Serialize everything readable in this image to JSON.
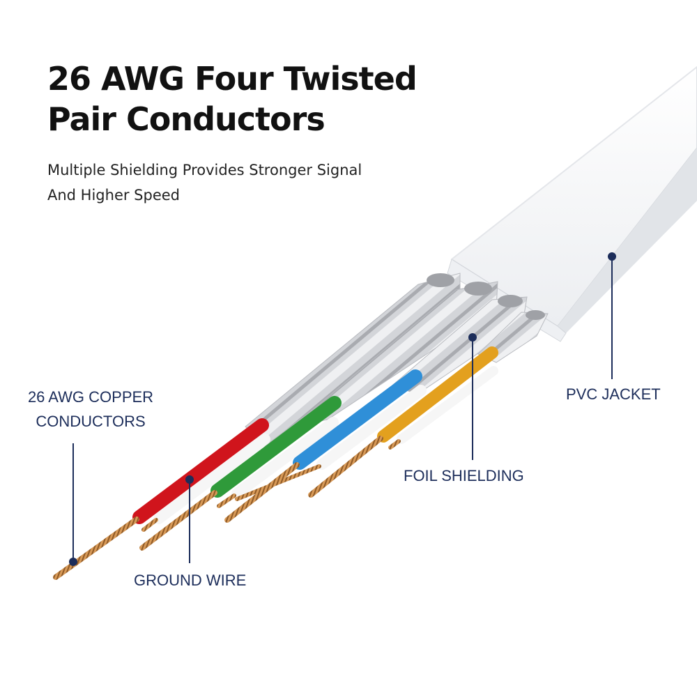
{
  "header": {
    "title_lines": [
      "26 AWG Four Twisted",
      "Pair Conductors"
    ],
    "subtitle_lines": [
      "Multiple Shielding Provides Stronger Signal",
      "And Higher Speed"
    ]
  },
  "callouts": {
    "copper_conductors": {
      "lines": [
        "26 AWG COPPER",
        "CONDUCTORS"
      ]
    },
    "ground_wire": {
      "lines": [
        "GROUND WIRE"
      ]
    },
    "foil_shielding": {
      "lines": [
        "FOIL SHIELDING"
      ]
    },
    "pvc_jacket": {
      "lines": [
        "PVC JACKET"
      ]
    }
  },
  "colors": {
    "callout_text": "#1c2d5a",
    "leader_line": "#1c2d5a",
    "jacket": "#f4f5f7",
    "foil": "#c9cbcf",
    "copper": "#c98a4a",
    "pair_red": "#d0141c",
    "pair_green": "#2f9a3a",
    "pair_blue": "#2f8fd8",
    "pair_orange": "#e3a01e"
  },
  "pairs": [
    "red",
    "green",
    "blue",
    "orange"
  ]
}
